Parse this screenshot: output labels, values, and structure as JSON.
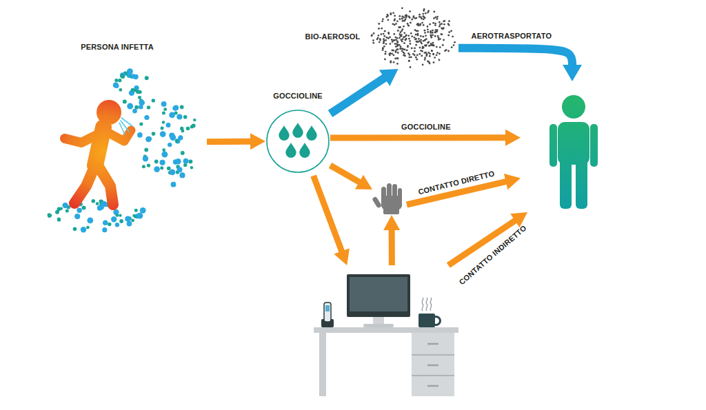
{
  "diagram": {
    "nodes": [
      {
        "text": [
          "PERSONA INFETTA"
        ]
      },
      {
        "text": [
          "BIO-AEROSOL"
        ]
      },
      {
        "text": [
          "GOCCIOLINE"
        ]
      },
      {
        "text": []
      },
      {
        "text": []
      },
      {
        "text": []
      }
    ],
    "edges": [
      {
        "from": 0,
        "to": 2,
        "arrow": "to"
      },
      {
        "from": 2,
        "to": 1,
        "arrow": "to"
      },
      {
        "from": 1,
        "to": 5,
        "arrow": "to",
        "label": "AEROTRASPORTATO"
      },
      {
        "from": 2,
        "to": 5,
        "arrow": "to",
        "label": "GOCCIOLINE"
      },
      {
        "from": 2,
        "to": 3,
        "arrow": "to"
      },
      {
        "from": 3,
        "to": 5,
        "arrow": "to",
        "label": "CONTATTO DIRETTO"
      },
      {
        "from": 2,
        "to": 4,
        "arrow": "to"
      },
      {
        "from": 4,
        "to": 3,
        "arrow": "to"
      },
      {
        "from": 4,
        "to": 5,
        "arrow": "to",
        "label": "CONTATTO INDIRETTO"
      }
    ]
  }
}
